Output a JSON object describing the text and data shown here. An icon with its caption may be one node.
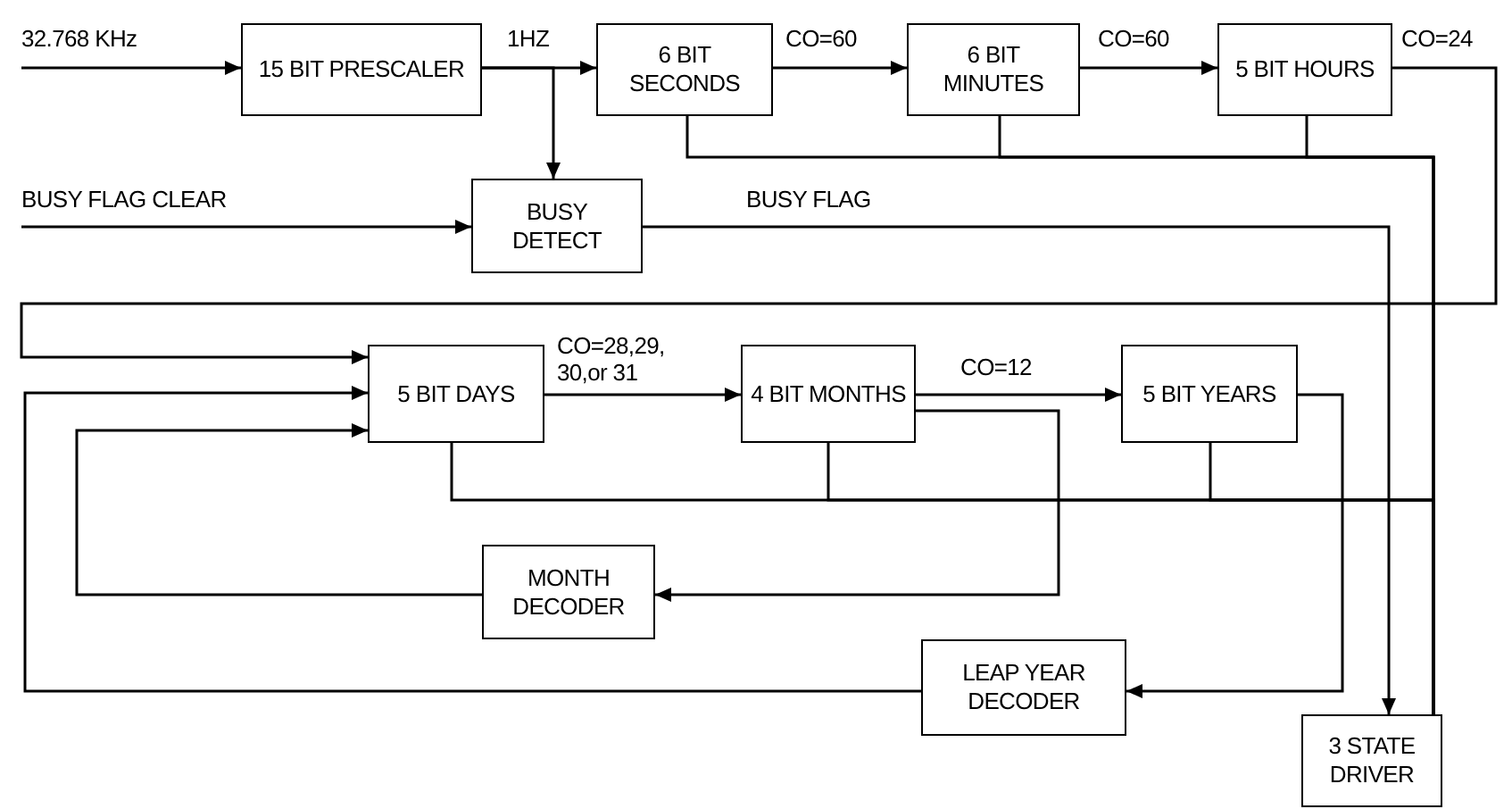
{
  "diagram": {
    "nodes": [
      {
        "text": [
          "15 BIT PRESCALER"
        ]
      },
      {
        "text": [
          "6 BIT SECONDS"
        ]
      },
      {
        "text": [
          "6 BIT MINUTES"
        ]
      },
      {
        "text": [
          "5 BIT HOURS"
        ]
      },
      {
        "text": [
          "BUSY DETECT"
        ]
      },
      {
        "text": [
          "5 BIT DAYS"
        ]
      },
      {
        "text": [
          "4 BIT MONTHS"
        ]
      },
      {
        "text": [
          "5 BIT YEARS"
        ]
      },
      {
        "text": [
          "MONTH DECODER"
        ]
      },
      {
        "text": [
          "LEAP YEAR DECODER"
        ]
      },
      {
        "text": [
          "3 STATE DRIVER"
        ]
      }
    ],
    "edges": [
      {
        "from": null,
        "to": 0,
        "arrow": "to",
        "label": "32.768 KHz"
      },
      {
        "from": 0,
        "to": 1,
        "arrow": "to",
        "label": "1HZ"
      },
      {
        "from": 0,
        "to": 4,
        "arrow": "to"
      },
      {
        "from": null,
        "to": 4,
        "arrow": "to",
        "label": "BUSY FLAG CLEAR"
      },
      {
        "from": 1,
        "to": 2,
        "arrow": "to",
        "label": "CO=60"
      },
      {
        "from": 2,
        "to": 3,
        "arrow": "to",
        "label": "CO=60"
      },
      {
        "from": 3,
        "to": 5,
        "arrow": "to",
        "label": "CO=24"
      },
      {
        "from": 4,
        "to": 10,
        "arrow": "to",
        "label": "BUSY FLAG"
      },
      {
        "from": 1,
        "to": 10,
        "arrow": "none"
      },
      {
        "from": 2,
        "to": 10,
        "arrow": "none"
      },
      {
        "from": 3,
        "to": 10,
        "arrow": "none"
      },
      {
        "from": 5,
        "to": 6,
        "arrow": "to",
        "label": "CO=28,29, 30,or 31"
      },
      {
        "from": 6,
        "to": 7,
        "arrow": "to",
        "label": "CO=12"
      },
      {
        "from": 5,
        "to": 10,
        "arrow": "none"
      },
      {
        "from": 6,
        "to": 10,
        "arrow": "none"
      },
      {
        "from": 7,
        "to": 10,
        "arrow": "none"
      },
      {
        "from": 6,
        "to": 8,
        "arrow": "to"
      },
      {
        "from": 8,
        "to": 5,
        "arrow": "to"
      },
      {
        "from": 7,
        "to": 9,
        "arrow": "to"
      },
      {
        "from": 9,
        "to": 5,
        "arrow": "to"
      }
    ]
  }
}
